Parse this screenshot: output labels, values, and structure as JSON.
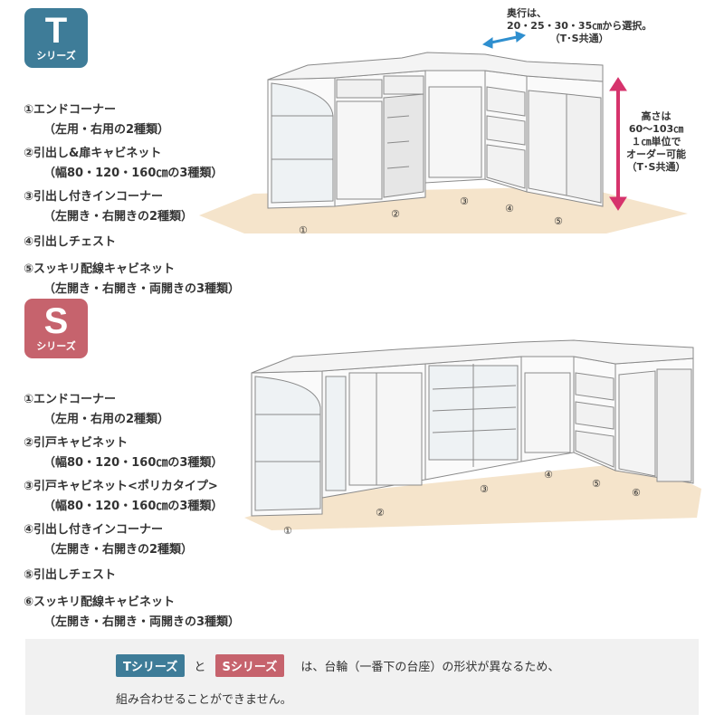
{
  "colors": {
    "t_series": "#3e7c98",
    "s_series": "#c6636d",
    "floor": "#f3dfc2",
    "arrow_height": "#d6336c",
    "arrow_depth": "#2f8fcf"
  },
  "t_series": {
    "badge_letter": "T",
    "badge_label": "シリーズ",
    "items": [
      {
        "title": "①エンドコーナー",
        "sub": "（左用・右用の2種類）"
      },
      {
        "title": "②引出し&扉キャビネット",
        "sub": "（幅80・120・160㎝の3種類）"
      },
      {
        "title": "③引出し付きインコーナー",
        "sub": "（左開き・右開きの2種類）"
      },
      {
        "title": "④引出しチェスト",
        "sub": ""
      },
      {
        "title": "⑤スッキリ配線キャビネット",
        "sub": "（左開き・右開き・両開きの3種類）"
      }
    ],
    "diagram_labels": [
      "①",
      "②",
      "③",
      "④",
      "⑤"
    ],
    "depth_note": [
      "奥行は、",
      "20・25・30・35㎝から選択。",
      "（T･S共通）"
    ],
    "height_note": [
      "高さは",
      "60〜103㎝",
      "１㎝単位で",
      "オーダー可能",
      "（T･S共通）"
    ]
  },
  "s_series": {
    "badge_letter": "S",
    "badge_label": "シリーズ",
    "items": [
      {
        "title": "①エンドコーナー",
        "sub": "（左用・右用の2種類）"
      },
      {
        "title": "②引戸キャビネット",
        "sub": "（幅80・120・160㎝の3種類）"
      },
      {
        "title": "③引戸キャビネット<ポリカタイプ>",
        "sub": "（幅80・120・160㎝の3種類）"
      },
      {
        "title": "④引出し付きインコーナー",
        "sub": "（左開き・右開きの2種類）"
      },
      {
        "title": "⑤引出しチェスト",
        "sub": ""
      },
      {
        "title": "⑥スッキリ配線キャビネット",
        "sub": "（左開き・右開き・両開きの3種類）"
      }
    ],
    "diagram_labels": [
      "①",
      "②",
      "③",
      "④",
      "⑤",
      "⑥"
    ]
  },
  "footer": {
    "tag_t": "Tシリーズ",
    "joiner": "と",
    "tag_s": "Sシリーズ",
    "line1": "は、台輪（一番下の台座）の形状が異なるため、",
    "line2": "組み合わせることができません。"
  }
}
